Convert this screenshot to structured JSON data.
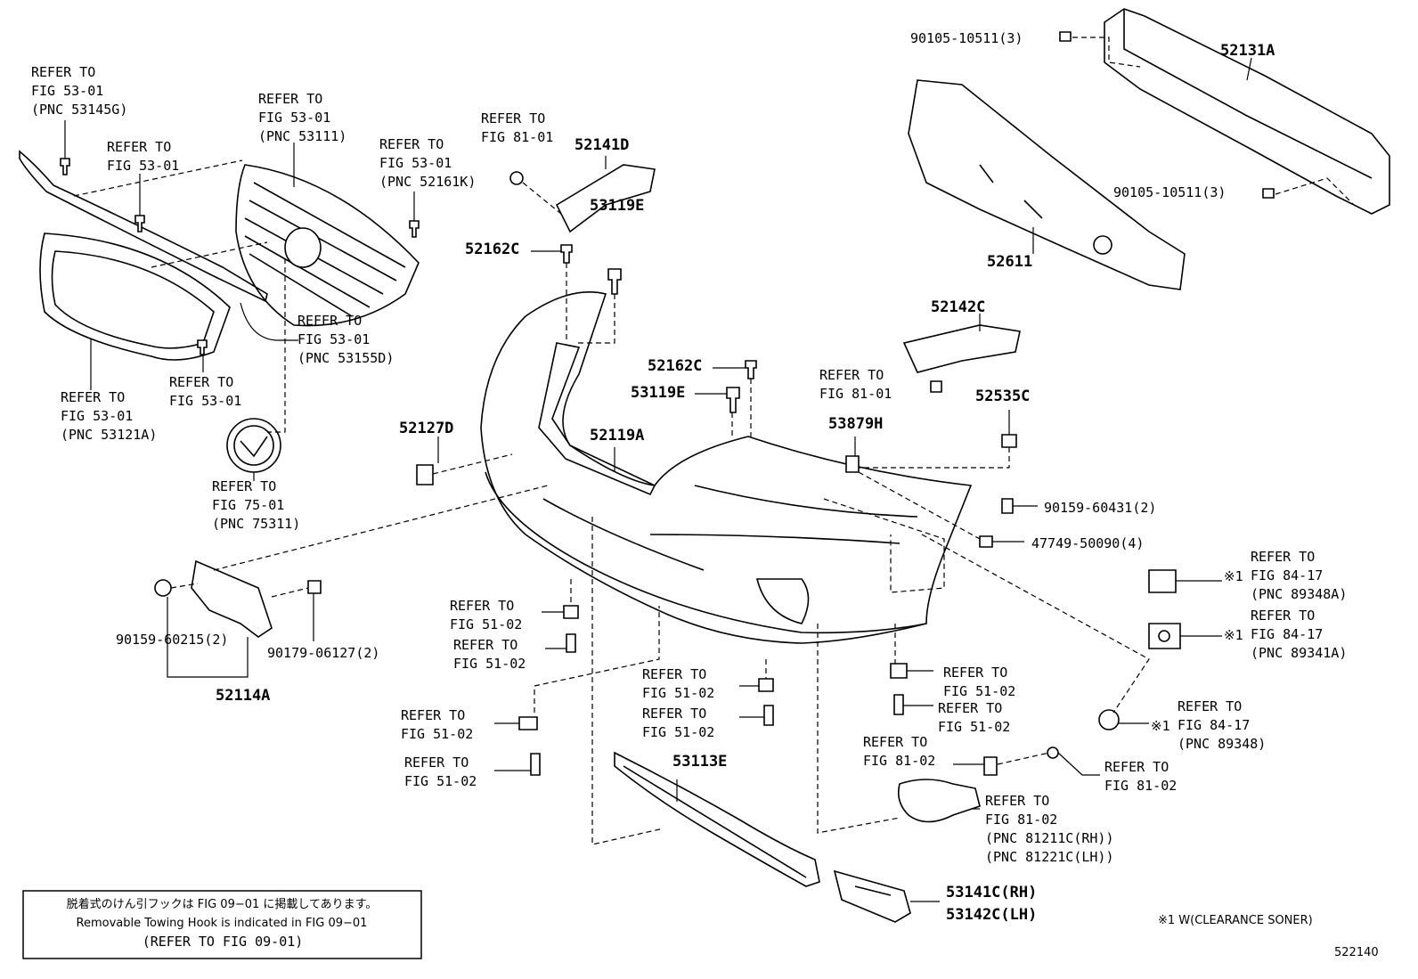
{
  "diagram_id": "522140",
  "footnote": "※1 W(CLEARANCE SONER)",
  "note_box": {
    "line_jp": "脱着式のけん引フックは FIG 09−01 に掲載してあります。",
    "line_en": "Removable Towing Hook is indicated in FIG 09−01",
    "line_ref": "(REFER TO FIG 09-01)"
  },
  "refs": [
    {
      "key": "r1",
      "lines": [
        "REFER TO",
        "FIG 53-01",
        "(PNC 53145G)"
      ]
    },
    {
      "key": "r2",
      "lines": [
        "REFER TO",
        "FIG 53-01"
      ]
    },
    {
      "key": "r3",
      "lines": [
        "REFER TO",
        "FIG 53-01",
        "(PNC 53111)"
      ]
    },
    {
      "key": "r4",
      "lines": [
        "REFER TO",
        "FIG 53-01",
        "(PNC 52161K)"
      ]
    },
    {
      "key": "r5",
      "lines": [
        "REFER TO",
        "FIG 81-01"
      ]
    },
    {
      "key": "r6",
      "lines": [
        "REFER TO",
        "FIG 53-01",
        "(PNC 53155D)"
      ]
    },
    {
      "key": "r7",
      "lines": [
        "REFER TO",
        "FIG 53-01"
      ]
    },
    {
      "key": "r8",
      "lines": [
        "REFER TO",
        "FIG 53-01",
        "(PNC 53121A)"
      ]
    },
    {
      "key": "r9",
      "lines": [
        "REFER TO",
        "FIG 75-01",
        "(PNC 75311)"
      ]
    },
    {
      "key": "r10",
      "lines": [
        "REFER TO",
        "FIG 81-01"
      ]
    },
    {
      "key": "r11",
      "lines": [
        "REFER TO",
        "FIG 84-17",
        "(PNC 89348A)"
      ]
    },
    {
      "key": "r12",
      "lines": [
        "REFER TO",
        "FIG 84-17",
        "(PNC 89341A)"
      ]
    },
    {
      "key": "r13",
      "lines": [
        "REFER TO",
        "FIG 84-17",
        "(PNC 89348)"
      ]
    },
    {
      "key": "r14",
      "lines": [
        "REFER TO",
        "FIG 51-02"
      ]
    },
    {
      "key": "r15",
      "lines": [
        "REFER TO",
        "FIG 51-02"
      ]
    },
    {
      "key": "r16",
      "lines": [
        "REFER TO",
        "FIG 51-02"
      ]
    },
    {
      "key": "r17",
      "lines": [
        "REFER TO",
        "FIG 51-02"
      ]
    },
    {
      "key": "r18",
      "lines": [
        "REFER TO",
        "FIG 51-02"
      ]
    },
    {
      "key": "r19",
      "lines": [
        "REFER TO",
        "FIG 51-02"
      ]
    },
    {
      "key": "r20",
      "lines": [
        "REFER TO",
        "FIG 51-02"
      ]
    },
    {
      "key": "r21",
      "lines": [
        "REFER TO",
        "FIG 51-02"
      ]
    },
    {
      "key": "r22",
      "lines": [
        "REFER TO",
        "FIG 81-02"
      ]
    },
    {
      "key": "r23",
      "lines": [
        "REFER TO",
        "FIG 81-02"
      ]
    },
    {
      "key": "r24",
      "lines": [
        "REFER TO",
        "FIG 81-02",
        "(PNC 81211C(RH))",
        "(PNC 81221C(LH))"
      ]
    }
  ],
  "parts": {
    "p52131A": "52131A",
    "p90105a": "90105-10511(3)",
    "p90105b": "90105-10511(3)",
    "p52611": "52611",
    "p52141D": "52141D",
    "p52162Ca": "52162C",
    "p53119Ea": "53119E",
    "p52142C": "52142C",
    "p52162Cb": "52162C",
    "p53119Eb": "53119E",
    "p52535C": "52535C",
    "p53879H": "53879H",
    "p52127D": "52127D",
    "p52119A": "52119A",
    "p90159b": "90159-60431(2)",
    "p47749": "47749-50090(4)",
    "p90159a": "90159-60215(2)",
    "p90179": "90179-06127(2)",
    "p52114A": "52114A",
    "p53113E": "53113E",
    "p53141C": "53141C(RH)",
    "p53142C": "53142C(LH)"
  },
  "sonar_marks": {
    "m1": "※1",
    "m2": "※1",
    "m3": "※1"
  }
}
